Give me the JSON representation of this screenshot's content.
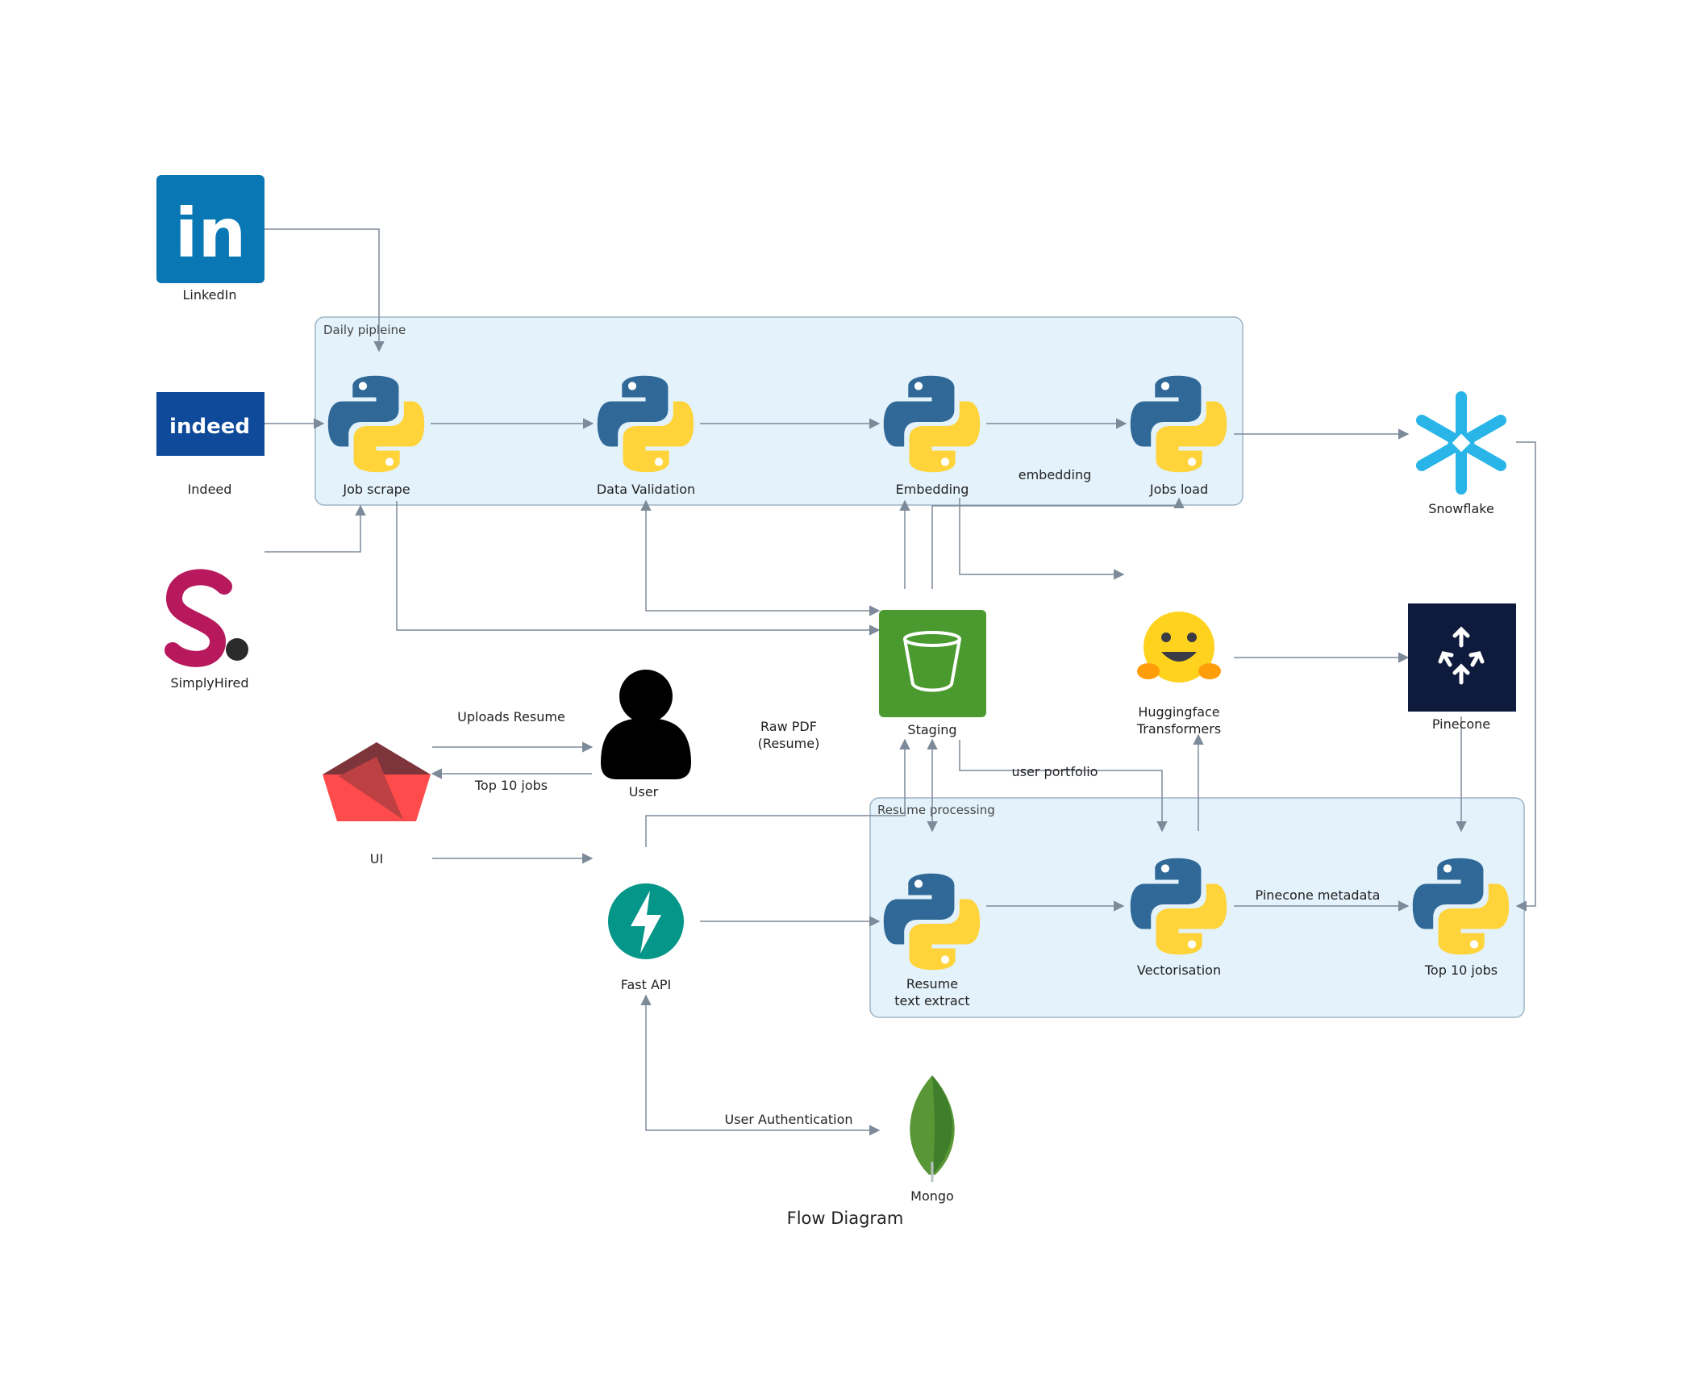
{
  "title": "Flow Diagram",
  "colors": {
    "group_fill": "#e3f2fb",
    "group_stroke": "#9fb4c4",
    "edge": "#7d8a99",
    "python_blue": "#306998",
    "python_yellow": "#ffd43b"
  },
  "groups": {
    "daily": "Daily pipleine",
    "resume": "Resume processing"
  },
  "sources": {
    "linkedin": "LinkedIn",
    "indeed": "Indeed",
    "simplyhired": "SimplyHired",
    "indeed_logo": "indeed",
    "linkedin_logo": "in"
  },
  "nodes": {
    "job_scrape": "Job scrape",
    "data_validation": "Data Validation",
    "embedding": "Embedding",
    "jobs_load": "Jobs load",
    "snowflake": "Snowflake",
    "staging": "Staging",
    "huggingface_1": "Huggingface",
    "huggingface_2": "Transformers",
    "pinecone": "Pinecone",
    "user": "User",
    "ui": "UI",
    "fastapi": "Fast API",
    "resume_extract_1": "Resume",
    "resume_extract_2": "text extract",
    "vectorisation": "Vectorisation",
    "top10": "Top 10 jobs",
    "mongo": "Mongo"
  },
  "edge_labels": {
    "embedding": "embedding",
    "uploads_resume": "Uploads Resume",
    "top10_jobs": "Top 10 jobs",
    "raw_pdf_1": "Raw PDF",
    "raw_pdf_2": "(Resume)",
    "user_portfolio": "user portfolio",
    "pinecone_metadata": "Pinecone metadata",
    "user_auth": "User Authentication"
  }
}
